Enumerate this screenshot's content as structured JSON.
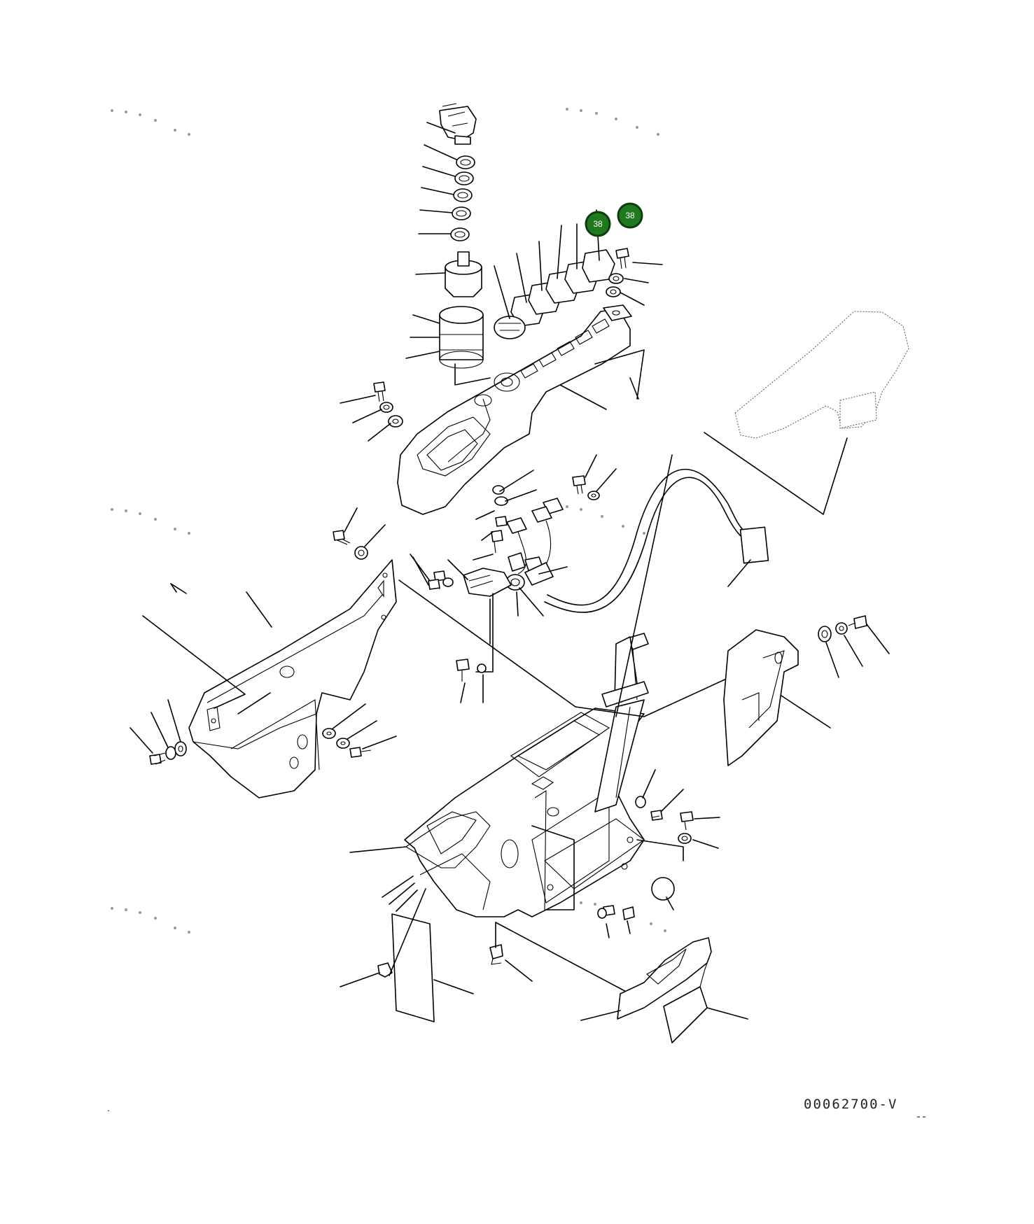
{
  "callouts": [
    {
      "label": "38"
    },
    {
      "label": "38"
    }
  ],
  "document_number": "00062700-V",
  "colors": {
    "callout_fill": "#1f7a1f",
    "line": "#000000",
    "watermark": "#8a8a8a",
    "background": "#ffffff"
  }
}
